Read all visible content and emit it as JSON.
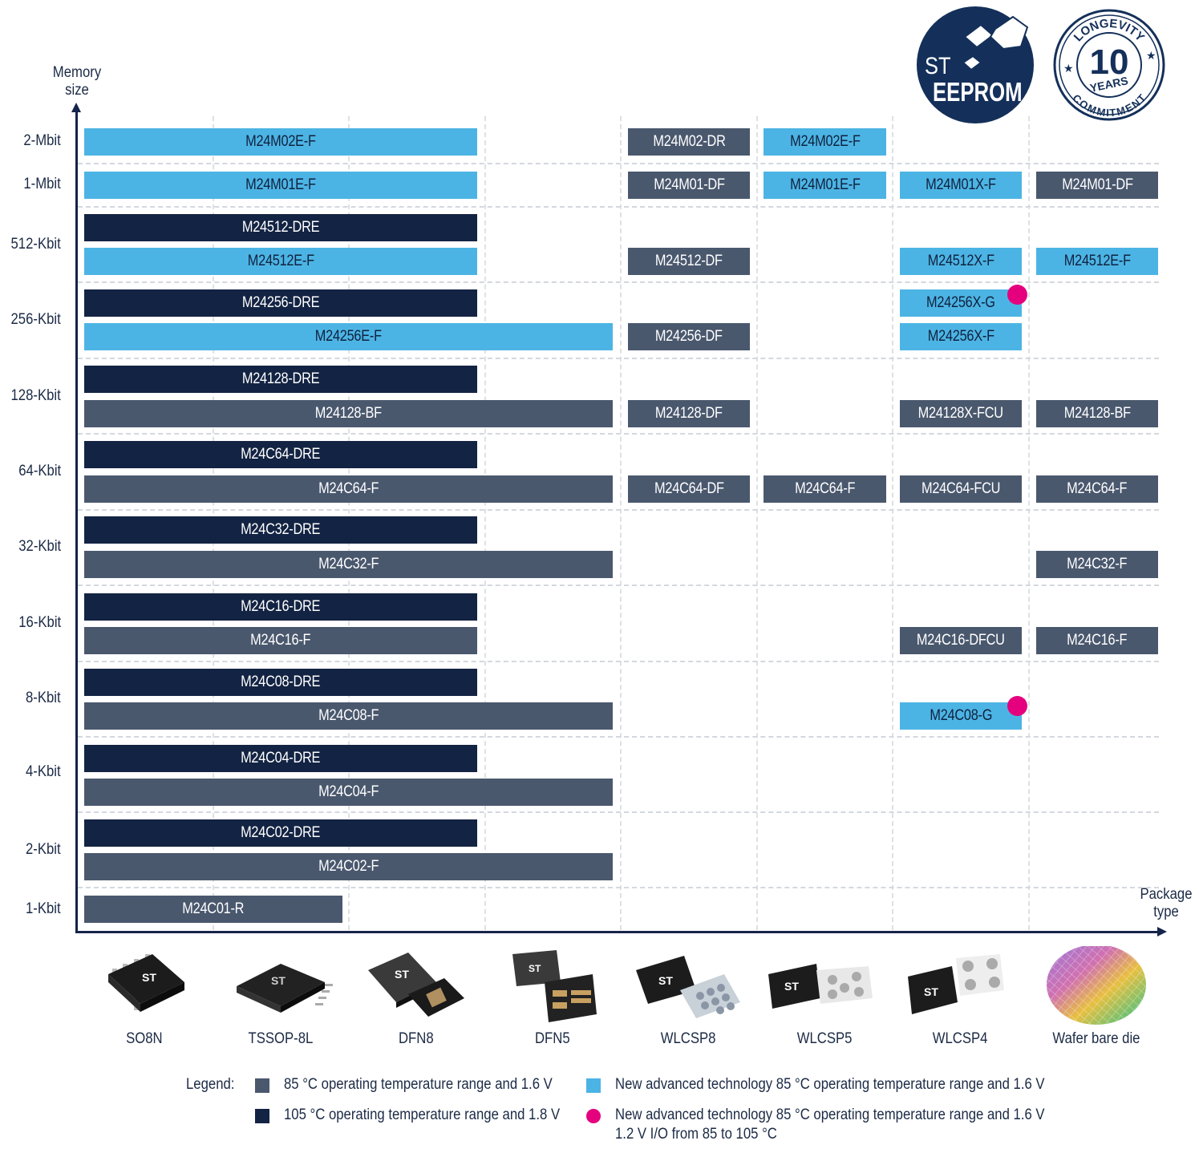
{
  "badges": {
    "st_eeprom": {
      "line1": "ST",
      "line2": "EEPROM"
    },
    "longevity": {
      "top": "LONGEVITY",
      "number": "10",
      "mid": "YEARS",
      "bottom": "COMMITMENT"
    }
  },
  "axes": {
    "y_title_line1": "Memory",
    "y_title_line2": "size",
    "x_title_line1": "Package",
    "x_title_line2": "type"
  },
  "colors": {
    "gray": "#4a586e",
    "navy": "#132343",
    "cyan": "#4cb4e4",
    "magenta": "#e5007e"
  },
  "memory_sizes": [
    "2-Mbit",
    "1-Mbit",
    "512-Kbit",
    "256-Kbit",
    "128-Kbit",
    "64-Kbit",
    "32-Kbit",
    "16-Kbit",
    "8-Kbit",
    "4-Kbit",
    "2-Kbit",
    "1-Kbit"
  ],
  "packages": [
    "SO8N",
    "TSSOP-8L",
    "DFN8",
    "DFN5",
    "WLCSP8",
    "WLCSP5",
    "WLCSP4",
    "Wafer bare die"
  ],
  "products": {
    "p01": "M24M02E-F",
    "p02": "M24M02-DR",
    "p03": "M24M02E-F",
    "p04": "M24M01E-F",
    "p05": "M24M01-DF",
    "p06": "M24M01E-F",
    "p07": "M24M01X-F",
    "p08": "M24M01-DF",
    "p09": "M24512-DRE",
    "p10": "M24512E-F",
    "p11": "M24512-DF",
    "p12": "M24512X-F",
    "p13": "M24512E-F",
    "p14": "M24256-DRE",
    "p15": "M24256X-G",
    "p16": "M24256E-F",
    "p17": "M24256-DF",
    "p18": "M24256X-F",
    "p19": "M24128-DRE",
    "p20": "M24128-BF",
    "p21": "M24128-DF",
    "p22": "M24128X-FCU",
    "p23": "M24128-BF",
    "p24": "M24C64-DRE",
    "p25": "M24C64-F",
    "p26": "M24C64-DF",
    "p27": "M24C64-F",
    "p28": "M24C64-FCU",
    "p29": "M24C64-F",
    "p30": "M24C32-DRE",
    "p31": "M24C32-F",
    "p32": "M24C32-F",
    "p33": "M24C16-DRE",
    "p34": "M24C16-F",
    "p35": "M24C16-DFCU",
    "p36": "M24C16-F",
    "p37": "M24C08-DRE",
    "p38": "M24C08-F",
    "p39": "M24C08-G",
    "p40": "M24C04-DRE",
    "p41": "M24C04-F",
    "p42": "M24C02-DRE",
    "p43": "M24C02-F",
    "p44": "M24C01-R"
  },
  "legend": {
    "title": "Legend:",
    "items": [
      {
        "swatch": "gray",
        "text": "85 °C operating temperature range and 1.6 V"
      },
      {
        "swatch": "cyan",
        "text": "New advanced technology 85 °C operating temperature range and 1.6 V"
      },
      {
        "swatch": "navy",
        "text": "105 °C operating temperature range and 1.8 V"
      },
      {
        "swatch": "magenta-dot",
        "text": "New advanced technology 85 °C operating temperature range and 1.6 V",
        "text2": "1.2 V I/O from 85 to 105 °C"
      }
    ]
  }
}
